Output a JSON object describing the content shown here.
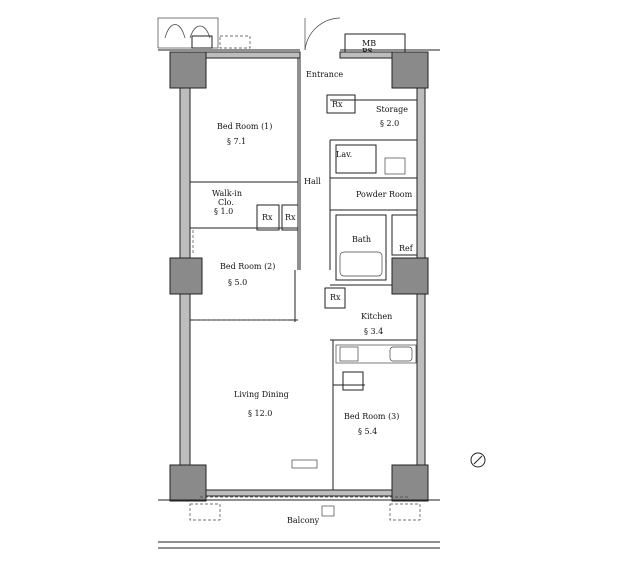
{
  "rooms": {
    "entrance": "Entrance",
    "shoe_rack": "Rx",
    "storage": "Storage",
    "storage_area": "§ 2.0",
    "bedroom1": "Bed Room (1)",
    "bedroom1_area": "§ 7.1",
    "walk_in": "Walk-in",
    "walk_in_2": "Clo.",
    "walk_in_area": "§ 1.0",
    "lav": "Lav.",
    "hall": "Hall",
    "powder_room": "Powder Room",
    "bath": "Bath",
    "ref": "Ref",
    "bedroom2": "Bed Room (2)",
    "bedroom2_area": "§ 5.0",
    "kitchen": "Kitchen",
    "kitchen_area": "§ 3.4",
    "living_dining": "Living Dining",
    "living_dining_area": "§ 12.0",
    "bedroom3": "Bed Room (3)",
    "bedroom3_area": "§ 5.4",
    "balcony": "Balcony",
    "mb": "MB",
    "ps": "PS"
  },
  "closet_labels": [
    "Rx",
    "Rx",
    "Rx",
    "Rx"
  ]
}
